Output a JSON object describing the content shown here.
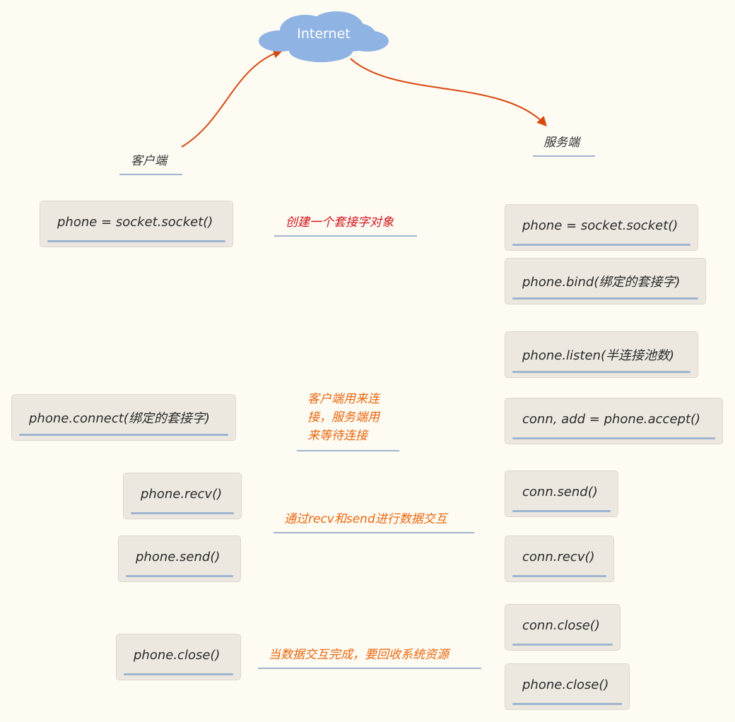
{
  "cloud": {
    "label": "Internet"
  },
  "client": {
    "label": "客户端",
    "boxes": [
      {
        "id": "socket",
        "text": "phone  =  socket.socket()"
      },
      {
        "id": "connect",
        "text": "phone.connect(绑定的套接字)"
      },
      {
        "id": "recv",
        "text": "phone.recv()"
      },
      {
        "id": "send",
        "text": "phone.send()"
      },
      {
        "id": "close",
        "text": "phone.close()"
      }
    ]
  },
  "server": {
    "label": "服务端",
    "boxes": [
      {
        "id": "socket",
        "text": "phone  =  socket.socket()"
      },
      {
        "id": "bind",
        "text": "phone.bind(绑定的套接字)"
      },
      {
        "id": "listen",
        "text": "phone.listen(半连接池数)"
      },
      {
        "id": "accept",
        "text": "conn, add  =  phone.accept()"
      },
      {
        "id": "send",
        "text": "conn.send()"
      },
      {
        "id": "recv",
        "text": "conn.recv()"
      },
      {
        "id": "close-conn",
        "text": "conn.close()"
      },
      {
        "id": "close-phone",
        "text": "phone.close()"
      }
    ]
  },
  "notes": {
    "create": "创建一个套接字对象",
    "connect": [
      "客户端用来连",
      "接，服务端用",
      "来等待连接"
    ],
    "exchange": "通过recv和send进行数据交互",
    "release": "当数据交互完成，要回收系统资源"
  },
  "colors": {
    "arrow": "#d9480f",
    "cloud": "#8fb4e3",
    "underline": "#9fb5cf",
    "note_red": "#d0161e",
    "note_orange": "#e8670f"
  }
}
